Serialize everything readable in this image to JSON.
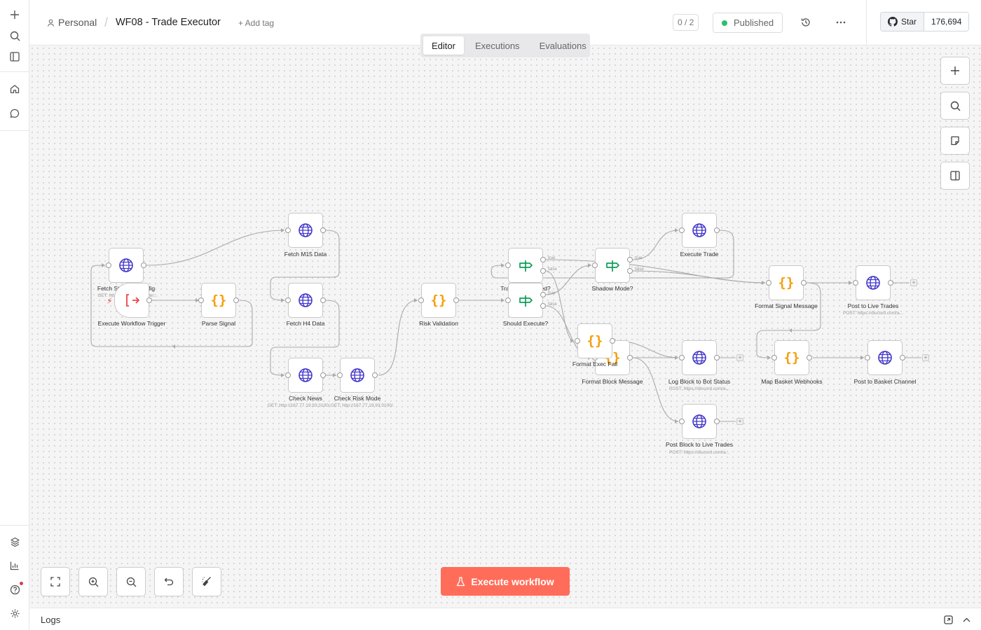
{
  "header": {
    "project": "Personal",
    "workflow_name": "WF08 - Trade Executor",
    "add_tag": "+ Add tag",
    "counter": "0 / 2",
    "status": "Published",
    "github_star": "Star",
    "github_count": "176,694"
  },
  "tabs": [
    {
      "label": "Editor",
      "active": true
    },
    {
      "label": "Executions",
      "active": false
    },
    {
      "label": "Evaluations",
      "active": false
    }
  ],
  "nodes": [
    {
      "id": "fetch_strategy",
      "label": "Fetch Strategy Config",
      "sub": "GET: http://host.docker.inter...",
      "icon": "globe"
    },
    {
      "id": "trigger",
      "label": "Execute Workflow Trigger",
      "icon": "trigger"
    },
    {
      "id": "parse_signal",
      "label": "Parse Signal",
      "icon": "code"
    },
    {
      "id": "fetch_m15",
      "label": "Fetch M15 Data",
      "icon": "globe"
    },
    {
      "id": "fetch_h4",
      "label": "Fetch H4 Data",
      "icon": "globe"
    },
    {
      "id": "check_news",
      "label": "Check News",
      "sub": "GET: http://187.77.19.93:3100/...",
      "icon": "globe"
    },
    {
      "id": "check_risk",
      "label": "Check Risk Mode",
      "sub": "GET: http://187.77.19.93:3100/...",
      "icon": "globe"
    },
    {
      "id": "risk_validation",
      "label": "Risk Validation",
      "icon": "code"
    },
    {
      "id": "trade_succeeded",
      "label": "Trade Succeeded?",
      "icon": "if"
    },
    {
      "id": "should_execute",
      "label": "Should Execute?",
      "icon": "if"
    },
    {
      "id": "shadow_mode",
      "label": "Shadow Mode?",
      "icon": "if"
    },
    {
      "id": "execute_trade",
      "label": "Execute Trade",
      "icon": "globe"
    },
    {
      "id": "format_exec_fail",
      "label": "Format Exec Fail",
      "icon": "code"
    },
    {
      "id": "format_block",
      "label": "Format Block Message",
      "icon": "code"
    },
    {
      "id": "log_block",
      "label": "Log Block to Bot Status",
      "sub": "POST: https://discord.com/a...",
      "icon": "globe"
    },
    {
      "id": "post_block",
      "label": "Post Block to Live Trades",
      "sub": "POST: https://discord.com/a...",
      "icon": "globe"
    },
    {
      "id": "format_signal",
      "label": "Format Signal Message",
      "icon": "code"
    },
    {
      "id": "post_live",
      "label": "Post to Live Trades",
      "sub": "POST: https://discord.com/a...",
      "icon": "globe"
    },
    {
      "id": "map_basket",
      "label": "Map Basket Webhooks",
      "icon": "code"
    },
    {
      "id": "post_basket",
      "label": "Post to Basket Channel",
      "icon": "globe"
    }
  ],
  "port_labels": {
    "true": "true",
    "false": "false"
  },
  "execute_button": "Execute workflow",
  "logs": {
    "title": "Logs"
  },
  "colors": {
    "accent": "#ff6d5a",
    "globe": "#4338ca",
    "code": "#f59e0b",
    "if": "#0f9d58",
    "published": "#2dbf6b"
  }
}
